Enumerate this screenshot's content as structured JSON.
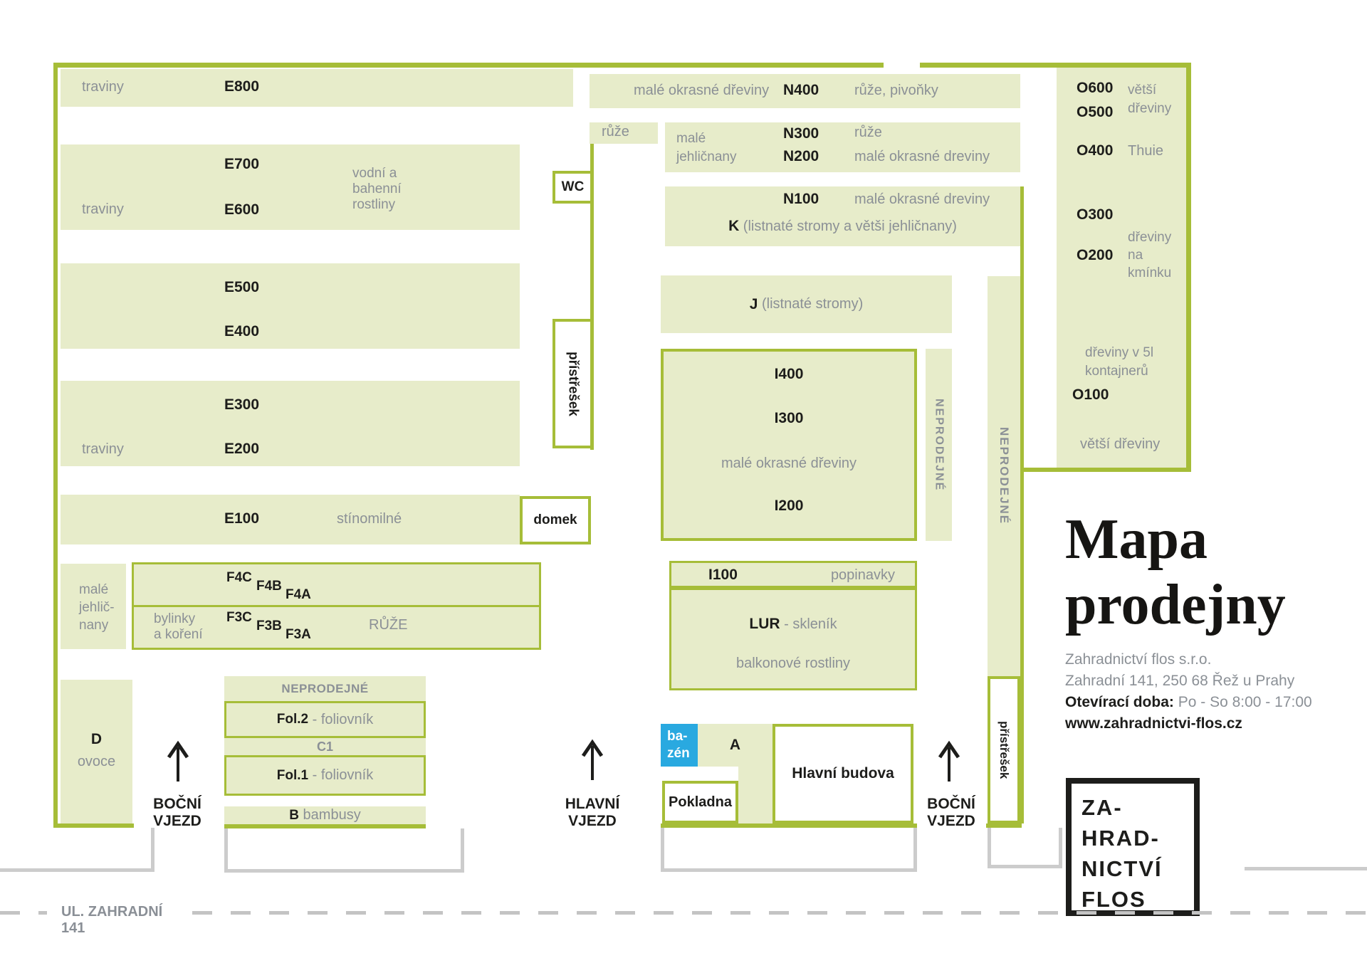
{
  "colors": {
    "olive": "#a6bd38",
    "fill": "#e7ecca",
    "blue": "#29a9e0",
    "gray_text": "#8b9096",
    "black": "#1d1d1b",
    "gray_border": "#cccccc"
  },
  "title": {
    "line1": "Mapa",
    "line2": "prodejny"
  },
  "info": {
    "company": "Zahradnictví flos s.r.o.",
    "address": "Zahradní 141, 250 68 Řež u Prahy",
    "hours_label": "Otevírací doba:",
    "hours_value": "Po - So  8:00 - 17:00",
    "web": "www.zahradnictvi-flos.cz"
  },
  "logo": {
    "l1": "ZA-",
    "l2": "HRAD-",
    "l3": "NICTVÍ",
    "l4": "FLOS"
  },
  "street_label": "UL. ZAHRADNÍ 141",
  "entrances": {
    "left1": "BOČNÍ",
    "left2": "VJEZD",
    "main1": "HLAVNÍ",
    "main2": "VJEZD",
    "right1": "BOČNÍ",
    "right2": "VJEZD"
  },
  "areas": {
    "e800": {
      "label": "traviny",
      "code": "E800"
    },
    "e76": {
      "label": "traviny",
      "c1": "E700",
      "c2": "E600",
      "n1": "vodní a",
      "n2": "bahenní",
      "n3": "rostliny"
    },
    "e54": {
      "c1": "E500",
      "c2": "E400"
    },
    "e32": {
      "label": "traviny",
      "c1": "E300",
      "c2": "E200"
    },
    "e1": {
      "code": "E100",
      "note": "stínomilné"
    },
    "domek": "domek",
    "wc": "WC",
    "pristresek": "přístřešek",
    "mj": {
      "l1": "malé",
      "l2": "jehlič-",
      "l3": "nany"
    },
    "f": {
      "t1": "F4C",
      "t2": "F4B",
      "t3": "F4A",
      "bl1": "bylinky",
      "bl2": "a koření",
      "b1": "F3C",
      "b2": "F3B",
      "b3": "F3A",
      "note": "RŮŽE"
    },
    "d": {
      "code": "D",
      "label": "ovoce"
    },
    "np": "NEPRODEJNÉ",
    "fol2": {
      "code": "Fol.2",
      "rest": " - foliovník"
    },
    "c1": "C1",
    "fol1": {
      "code": "Fol.1",
      "rest": " - foliovník"
    },
    "b": {
      "code": "B",
      "rest": " bambusy"
    },
    "n400": {
      "left": "malé okrasné dřeviny",
      "code": "N400",
      "right": "růže, pivoňky"
    },
    "ruze": "růže",
    "n32": {
      "l1": "malé",
      "l2": "jehličnany",
      "c1": "N300",
      "r1": "růže",
      "c2": "N200",
      "r2": "malé okrasné dreviny"
    },
    "n100": {
      "code": "N100",
      "note": "malé okrasné dreviny"
    },
    "k": {
      "code": "K",
      "rest": " (listnaté stromy a větši jehličnany)"
    },
    "j": {
      "code": "J",
      "rest": " (listnaté stromy)"
    },
    "i": {
      "c1": "I400",
      "c2": "I300",
      "note": "malé okrasné dřeviny",
      "c3": "I200"
    },
    "i100": {
      "code": "I100",
      "note": "popinavky"
    },
    "lur": {
      "code": "LUR",
      "rest": " - skleník",
      "note": "balkonové rostliny"
    },
    "bazen": {
      "l1": "ba-",
      "l2": "zén"
    },
    "a": "A",
    "pokladna": "Pokladna",
    "budova": "Hlavní budova",
    "o": {
      "o600": "O600",
      "o500": "O500",
      "big1": "větší",
      "big2": "dřeviny",
      "o400": "O400",
      "thuie": "Thuie",
      "o300": "O300",
      "o200": "O200",
      "k1": "dřeviny",
      "k2": "na",
      "k3": "kmínku",
      "c51": "dřeviny v 5l",
      "c52": "kontajnerů",
      "o100": "O100",
      "big_bottom": "větší dřeviny"
    }
  }
}
